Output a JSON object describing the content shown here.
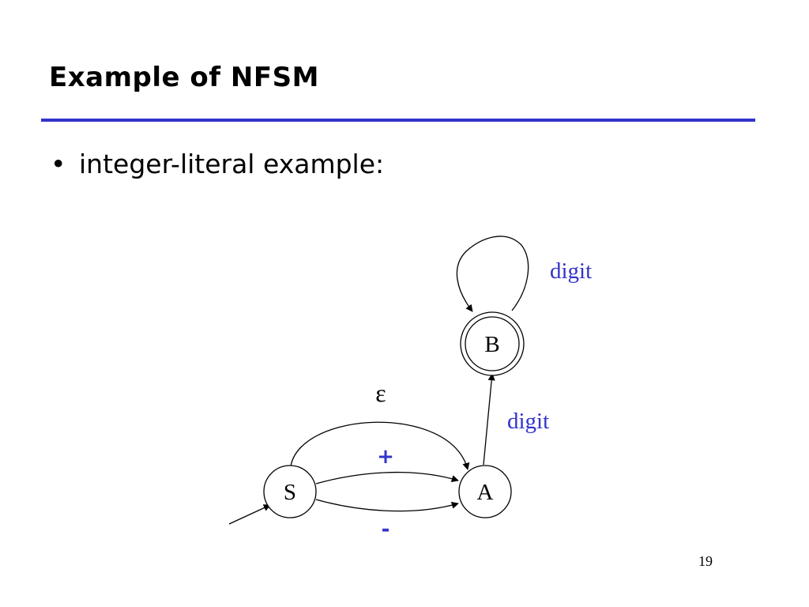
{
  "slide": {
    "title": "Example of NFSM",
    "bullet": "integer-literal example:",
    "page_number": "19"
  },
  "automaton": {
    "states": [
      {
        "id": "S",
        "label": "S",
        "start": true,
        "accepting": false
      },
      {
        "id": "A",
        "label": "A",
        "start": false,
        "accepting": false
      },
      {
        "id": "B",
        "label": "B",
        "start": false,
        "accepting": true
      }
    ],
    "transitions": [
      {
        "from": "S",
        "to": "A",
        "label": "ε"
      },
      {
        "from": "S",
        "to": "A",
        "label": "+"
      },
      {
        "from": "S",
        "to": "A",
        "label": "-"
      },
      {
        "from": "A",
        "to": "B",
        "label": "digit"
      },
      {
        "from": "B",
        "to": "B",
        "label": "digit"
      }
    ]
  },
  "colors": {
    "accent": "#3333cc",
    "label": "#3333cc"
  }
}
